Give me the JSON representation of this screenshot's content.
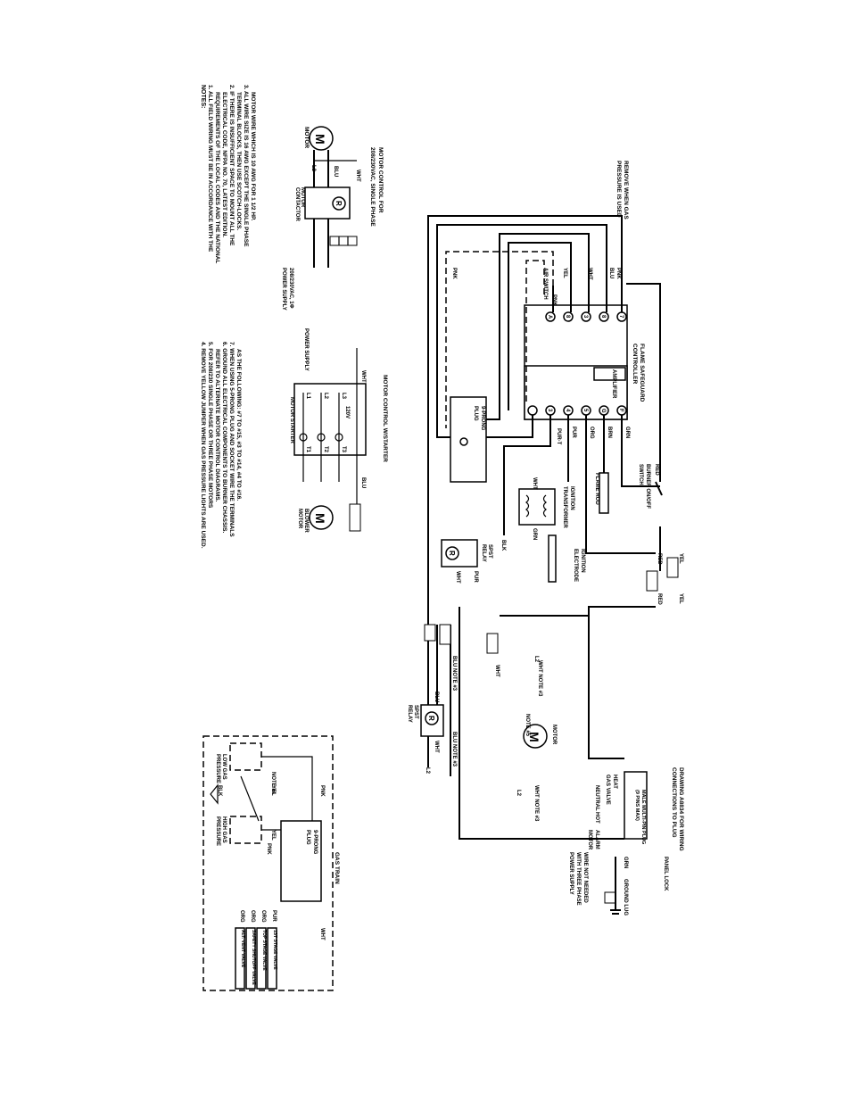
{
  "notes": {
    "heading": "NOTES:",
    "left": [
      "1. ALL FIELD WIRING MUST BE IN ACCORDANCE WITH THE",
      "REQUIREMENTS OF THE LOCAL CODES AND THE NATIONAL",
      "ELECTRICAL CODE, NFPA NO. 70, LATEST EDITION.",
      "2. IF THERE IS INSUFFICIENT SPACE TO MOUNT ALL THE",
      "TERMINAL BLOCKS, THEN USE SCOTCH-LOCKS.",
      "3. ALL WIRE SIZE IS 16 AWG EXCEPT THE SINGLE PHASE",
      "MOTOR WIRE WHICH IS 10 AWG FOR 1 1/2 HP."
    ],
    "right": [
      "4. REMOVE YELLOW JUMPER WHEN GAS PRESSURE LIGHTS ARE USED.",
      "5. FOR 208/230 SINGLE PHASE OR THREE PHASE MOTORS",
      "REFER TO ALTERNATE MOTOR CONTROL DIAGRAMS.",
      "6. GROUND ALL ELECTRICAL COMPONENTS TO BURNER CHASSIS.",
      "7. WHEN USING 5-PRONG PLUG AND SOCKET WIRE THE TERMINALS",
      "AS THE FOLLOWING: #7 TO #15, #3 TO #14, #4 TO #16."
    ]
  },
  "single_phase": {
    "title1": "MOTOR CONTROL FOR",
    "title2": "208/230VAC, SINGLE PHASE",
    "motor": "MOTOR",
    "contactor1": "MOTOR",
    "contactor2": "CONTACTOR",
    "supply1": "208/230VAC, 1Φ",
    "supply2": "POWER SUPPLY",
    "wht": "WHT",
    "blu": "BLU",
    "l2": "L2",
    "r": "R"
  },
  "starter": {
    "title": "MOTOR CONTROL W/STARTER",
    "power_supply": "POWER SUPPLY",
    "wht": "WHT",
    "blu": "BLU",
    "v120": "120V",
    "l1": "L1",
    "l2": "L2",
    "l3": "L3",
    "t1": "T1",
    "t2": "T2",
    "t3": "T3",
    "starter_label": "MOTOR STARTER",
    "blower1": "BLOWER",
    "blower2": "MOTOR",
    "l2_term": "L2"
  },
  "main": {
    "remove1": "REMOVE WHEN GAS",
    "remove2": "PRESSURE IS USED",
    "controller1": "FLAME SAFEGUARD",
    "controller2": "CONTROLLER",
    "amplifier": "AMPLIFIER",
    "air_switch": "AIR SWITCH",
    "pnk": "PNK",
    "yel": "YEL",
    "wht": "WHT",
    "blu": "BLU",
    "pur": "PUR",
    "brn": "BRN",
    "grn": "GRN",
    "org": "ORG",
    "red": "RED",
    "blk": "BLK",
    "pur_t": "PUR-T",
    "terminals_top": [
      "7",
      "8",
      "3",
      "8",
      "A"
    ],
    "terminals_bottom": [
      "F",
      "G",
      "5",
      "4",
      "3"
    ],
    "plug_title1": "9-PRONG",
    "plug_title2": "PLUG",
    "burner_switch1": "BURNER ON/OFF",
    "burner_switch2": "SWITCH",
    "flame_rod": "FLAME ROD",
    "ign_trans1": "IGNITION",
    "ign_trans2": "TRANSFORMER",
    "ign_elec1": "IGNITION",
    "ign_elec2": "ELECTRODE",
    "spst1": "SPST",
    "spst2": "RELAY",
    "l2": "L2",
    "note3": "BLU NOTE #3",
    "wht_note3": "WHT NOTE #3",
    "wht_note3b": "WHT NOTE #3",
    "motor": "MOTOR",
    "note5": "NOTE #5",
    "r": "R",
    "m": "M",
    "t": "T",
    "l": "L"
  },
  "plug": {
    "ref1": "DRAWING A8834 FOR WIRING",
    "ref2": "CONNECTIONS TO PLUG",
    "panel_lock": "PANEL LOCK",
    "male1": "MALE MULTI-PIN PLUG",
    "male2": "(9 PINS MAX)",
    "heat": "HEAT",
    "gas_valve": "GAS VALVE",
    "neutral": "NEUTRAL",
    "hot": "HOT",
    "alarm": "ALARM",
    "motor": "MOTOR",
    "grn": "GRN",
    "ground_lug": "GROUND LUG",
    "not_needed1": "WIRE NOT NEEDED",
    "not_needed2": "WITH THREE PHASE",
    "not_needed3": "POWER SUPPLY"
  },
  "gas_train": {
    "title": "GAS TRAIN",
    "pnk": "PNK",
    "wht": "WHT",
    "blk": "BLK",
    "yel": "YEL",
    "pur": "PUR",
    "org": "ORG",
    "note4": "NOTE #4",
    "low1": "LOW GAS",
    "low2": "PRESSURE",
    "high1": "HIGH GAS",
    "high2": "PRESSURE",
    "plug1": "9-PRONG",
    "plug2": "PLUG",
    "valves": [
      "1ST STAGE VALVE",
      "TOP STAGE VALVE",
      "SAFETY SHUTOFF VALVE",
      "ALT. VENT VALVE"
    ]
  }
}
